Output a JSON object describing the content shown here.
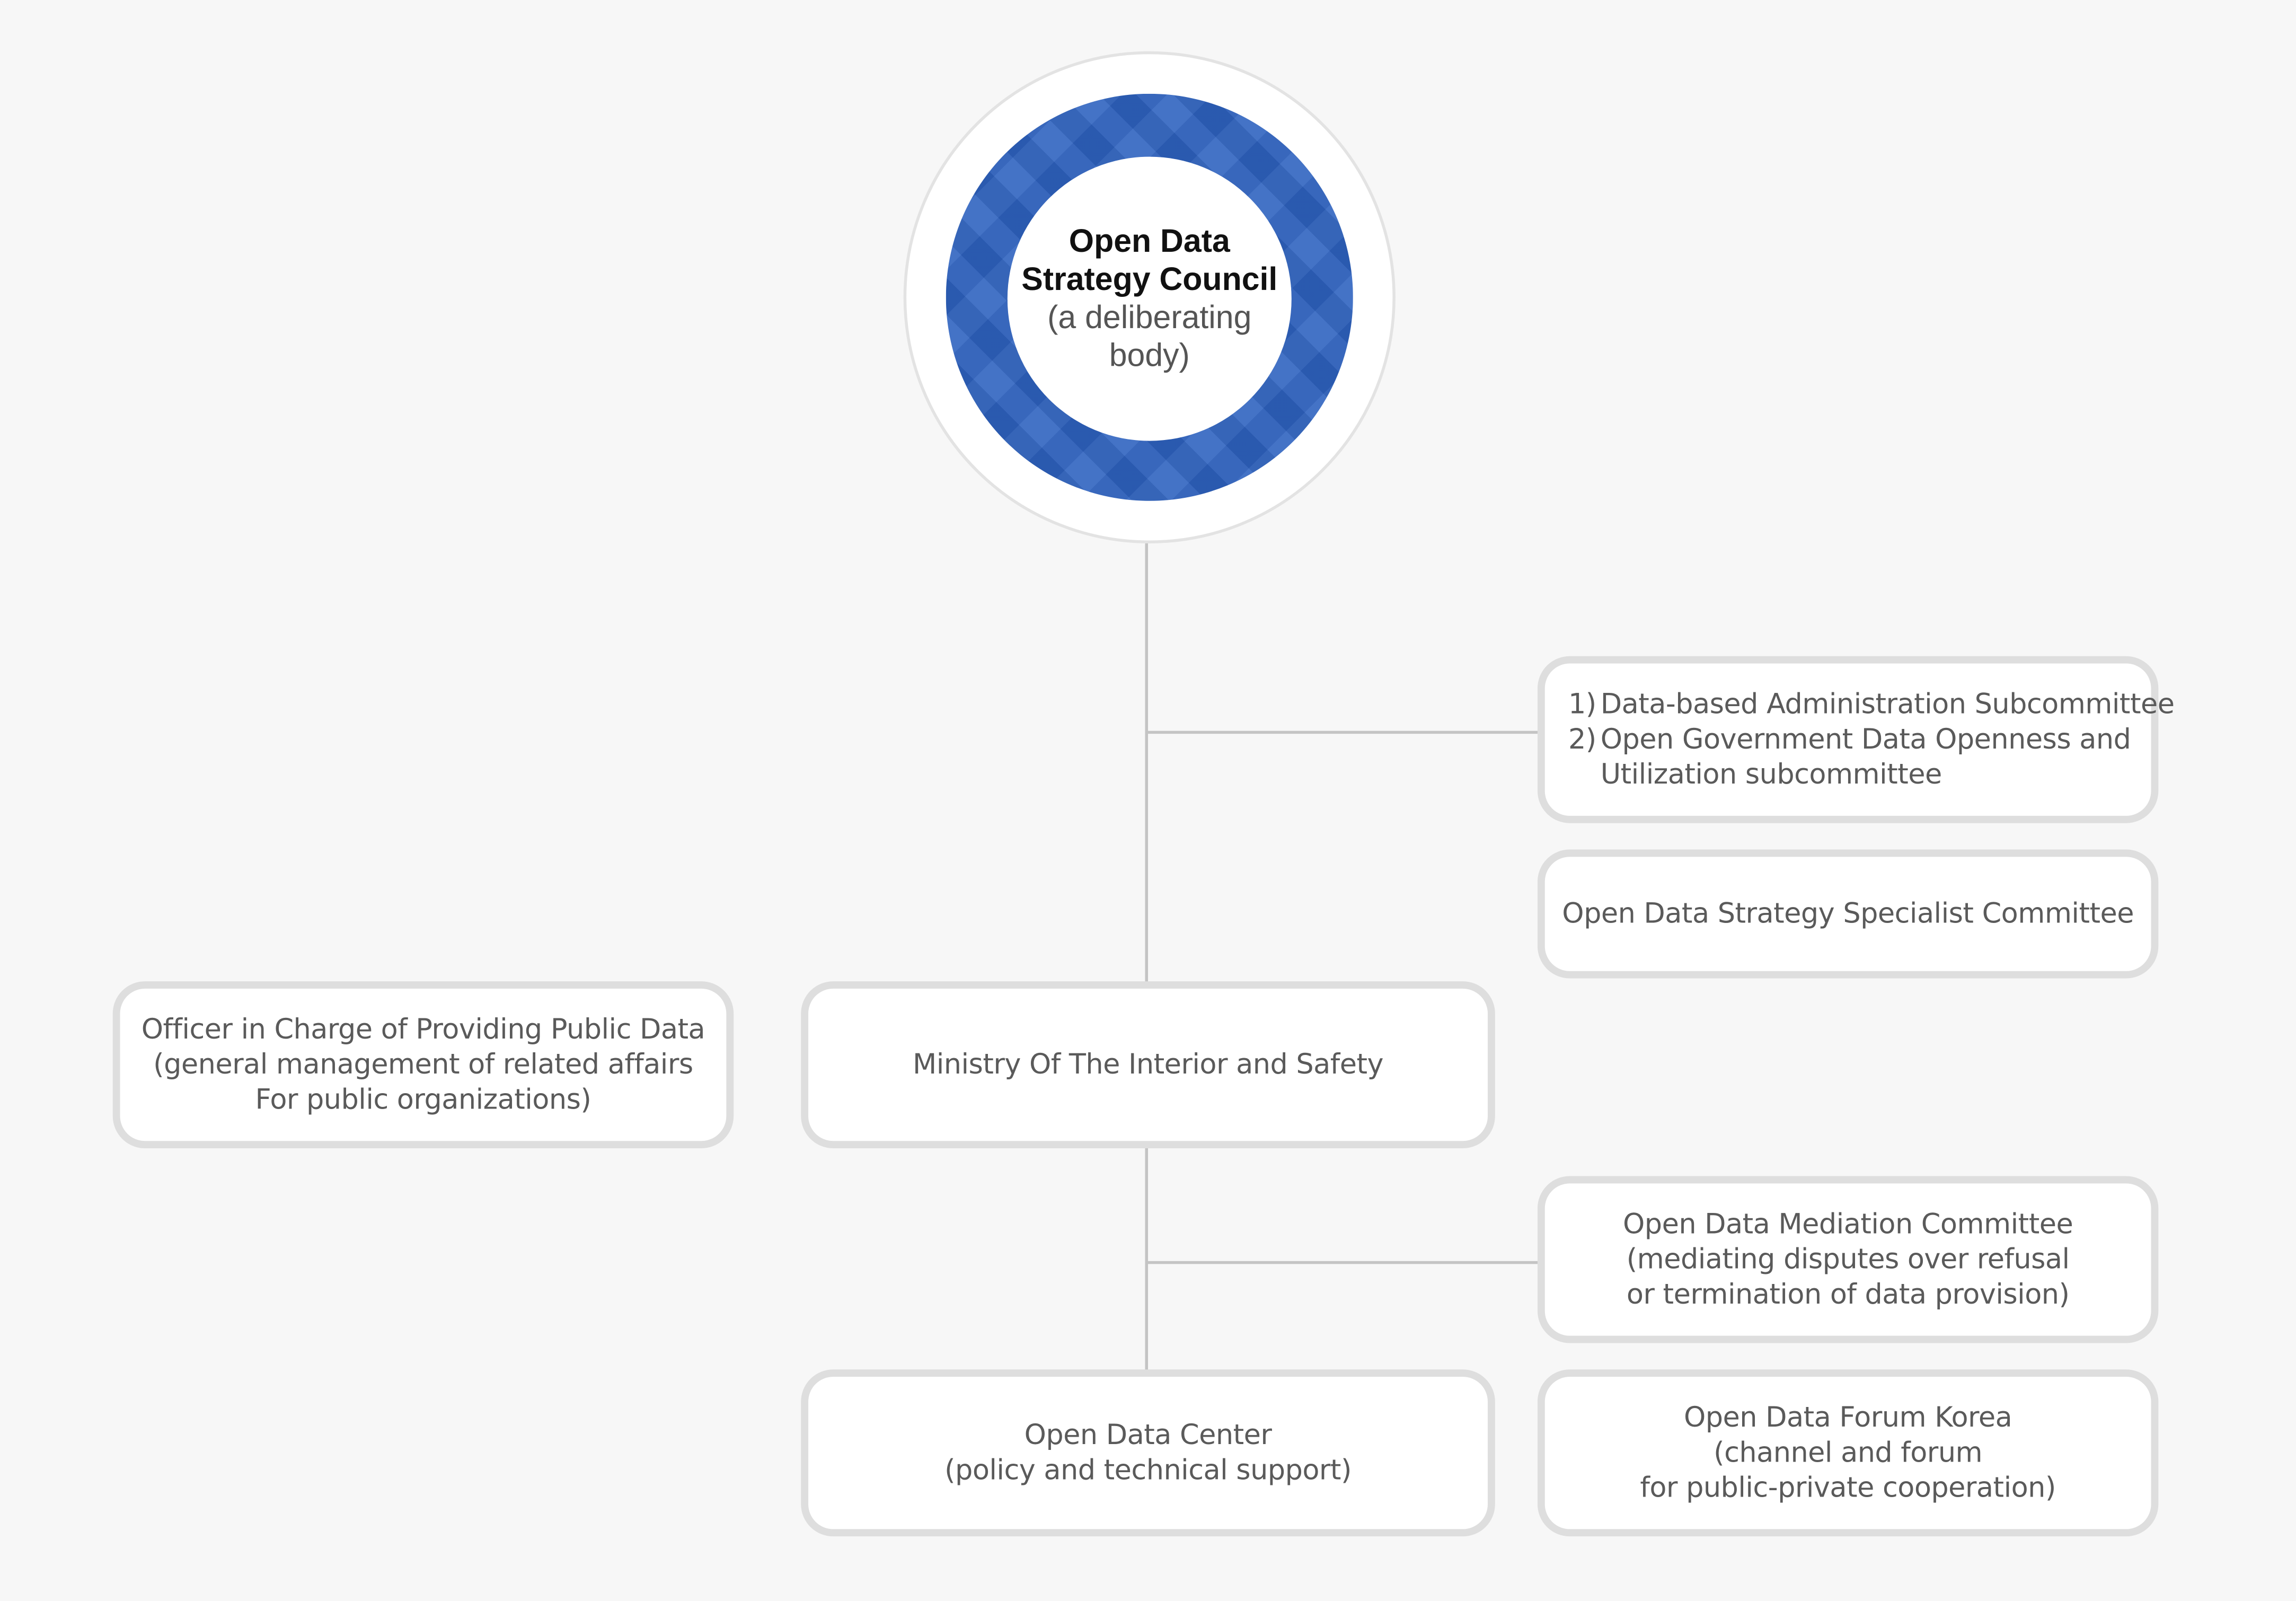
{
  "council": {
    "title_line1": "Open Data",
    "title_line2": "Strategy Council",
    "subtitle_line1": "(a deliberating",
    "subtitle_line2": "body)"
  },
  "subcommittees": {
    "items": [
      {
        "num": "1)",
        "line1": "Data-based Administration Subcommittee"
      },
      {
        "num": "2)",
        "line1": "Open Government Data Openness and",
        "line2": "Utilization subcommittee"
      }
    ]
  },
  "specialist_committee": {
    "label": "Open Data Strategy Specialist Committee"
  },
  "officer": {
    "line1": "Officer in Charge of Providing Public Data",
    "line2": "(general management of related affairs",
    "line3": "For public organizations)"
  },
  "ministry": {
    "label": "Ministry Of The Interior and Safety"
  },
  "mediation_committee": {
    "line1": "Open Data Mediation Committee",
    "line2": "(mediating disputes over refusal",
    "line3": "or termination of data provision)"
  },
  "data_center": {
    "line1": "Open Data Center",
    "line2": "(policy and technical support)"
  },
  "forum": {
    "line1": "Open Data Forum Korea",
    "line2": "(channel and forum",
    "line3": "for public-private cooperation)"
  },
  "colors": {
    "ring_blue": "#2e62bf",
    "box_border": "#dedede",
    "connector": "#c4c4c4",
    "background": "#f7f7f7"
  }
}
